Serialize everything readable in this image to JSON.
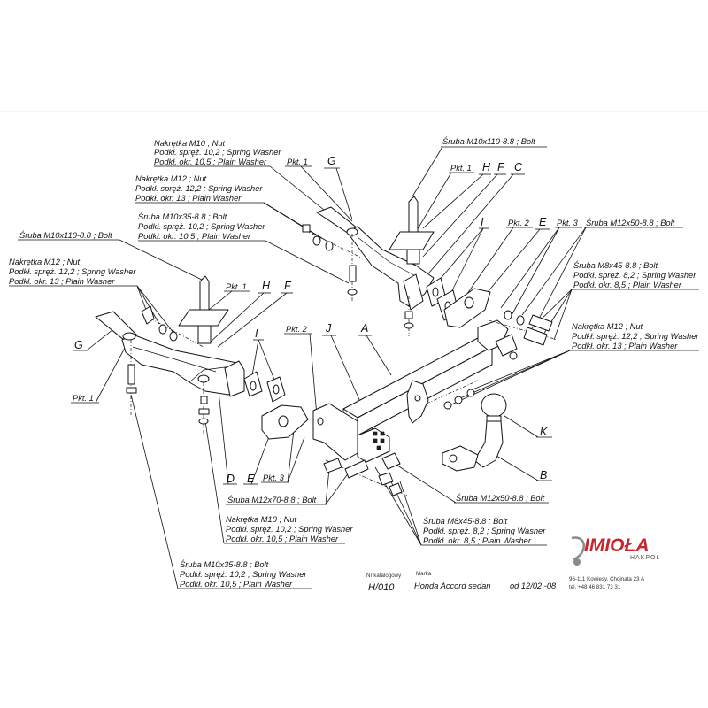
{
  "colors": {
    "logo_red": "#c8262d",
    "logo_gray": "#8a8a8a",
    "line": "#111111"
  },
  "labels": {
    "G_top": "G",
    "nut10_top": [
      "Nakrętka  M10 ; Nut",
      "Podkł. spręż. 10,2 ; Spring Washer",
      "Podkł. okr. 10,5 ; Plain Washer"
    ],
    "pkt1_top": "Pkt. 1",
    "nut12_top": [
      "Nakrętka  M12 ; Nut",
      "Podkł. spręż. 12,2 ; Spring Washer",
      "Podkł. okr. 13 ; Plain Washer"
    ],
    "bolt10x35_top": [
      "Śruba M10x35-8.8 ;  Bolt",
      "Podkł. spręż. 10,2 ; Spring Washer",
      "Podkł. okr. 10,5 ; Plain Washer"
    ],
    "bolt10x110_left": "Śruba M10x110-8.8 ;  Bolt",
    "nut12_left": [
      "Nakrętka  M12 ; Nut",
      "Podkł. spręż. 12,2 ; Spring Washer",
      "Podkł. okr. 13 ; Plain Washer"
    ],
    "G_left": "G",
    "pkt1_mid": "Pkt. 1",
    "H_mid": "H",
    "F_mid": "F",
    "pkt1_left": "Pkt. 1",
    "I_left": "I",
    "pkt2_mid": "Pkt. 2",
    "J": "J",
    "A": "A",
    "D": "D",
    "E_bottom": "E",
    "pkt3_bottom": "Pkt. 3",
    "bolt12x70": "Śruba M12x70-8.8 ;  Bolt",
    "nut10_bottom": [
      "Nakrętka  M10 ; Nut",
      "Podkł. spręż. 10,2 ; Spring Washer",
      "Podkł. okr. 10,5 ; Plain Washer"
    ],
    "bolt10x35_bottom": [
      "Śruba M10x35-8.8 ;  Bolt",
      "Podkł. spręż. 10,2 ; Spring Washer",
      "Podkł. okr. 10,5 ; Plain Washer"
    ],
    "bolt10x110_right": "Śruba M10x110-8.8 ;  Bolt",
    "pkt1_right": "Pkt. 1",
    "H_right": "H",
    "F_right": "F",
    "C": "C",
    "I_right": "I",
    "pkt2_right": "Pkt. 2",
    "E_right": "E",
    "pkt3_right": "Pkt. 3",
    "bolt12x50_right": "Śruba M12x50-8.8 ;  Bolt",
    "bolt8x45_right": [
      "Śruba M8x45-8.8 ;  Bolt",
      "Podkł. spręż. 8,2 ; Spring Washer",
      "Podkł. okr. 8,5 ; Plain Washer"
    ],
    "nut12_right": [
      "Nakrętka  M12 ; Nut",
      "Podkł. spręż. 12,2 ; Spring Washer",
      "Podkł. okr. 13 ; Plain Washer"
    ],
    "K": "K",
    "B": "B",
    "bolt12x50_bottom": "Śruba M12x50-8.8 ;  Bolt",
    "bolt8x45_bottom": [
      "Śruba M8x45-8.8 ;  Bolt",
      "Podkł. spręż. 8,2 ; Spring Washer",
      "Podkł. okr. 8,5 ; Plain Washer"
    ]
  },
  "footer": {
    "catalog_caption": "Nr katalogowy",
    "catalog_no": "H/010",
    "make_caption": "Marka",
    "vehicle": "Honda Accord  sedan",
    "year": "od 12/02 -08"
  },
  "logo": {
    "brand": "IMIOŁA",
    "sub": "HAKPOL",
    "address": "96-111 Kowiesy, Chojnata 23 A",
    "phone": "tel. +48 46 831 73 31"
  }
}
